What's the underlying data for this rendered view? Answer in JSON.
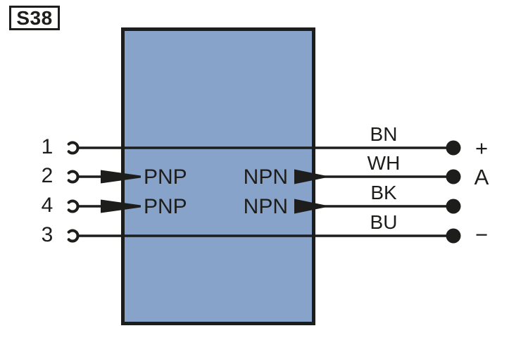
{
  "badge": {
    "label": "S38"
  },
  "device": {
    "fill_color": "#87a3ca",
    "ink_color": "#1d1d1b"
  },
  "rows": [
    {
      "pin": "1",
      "wire_color": "BN",
      "terminal": "+"
    },
    {
      "pin": "2",
      "wire_color": "WH",
      "terminal": "A",
      "left_stage": "PNP",
      "right_stage": "NPN"
    },
    {
      "pin": "4",
      "wire_color": "BK",
      "terminal": "",
      "left_stage": "PNP",
      "right_stage": "NPN"
    },
    {
      "pin": "3",
      "wire_color": "BU",
      "terminal": "−"
    }
  ]
}
